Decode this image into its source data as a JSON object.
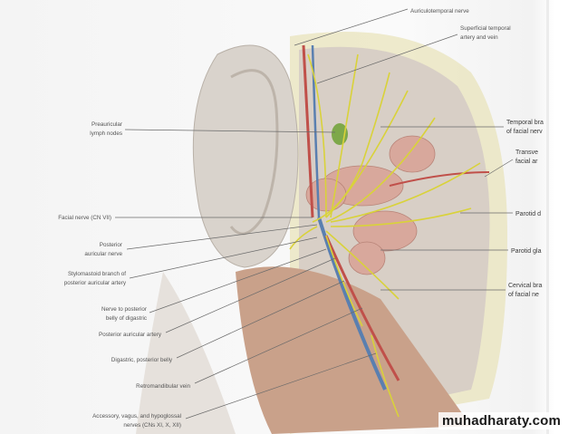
{
  "labels": {
    "auriculotemporal": "Auriculotemporal nerve",
    "sup_temporal_1": "Superficial temporal",
    "sup_temporal_2": "artery and vein",
    "preauricular_1": "Preauricular",
    "preauricular_2": "lymph nodes",
    "temporal_br_1": "Temporal bra",
    "temporal_br_2": "of facial nerv",
    "transverse_1": "Transve",
    "transverse_2": "facial ar",
    "facial_nerve": "Facial nerve (CN VII)",
    "parotid_duct": "Parotid d",
    "post_auricular_nerve_1": "Posterior",
    "post_auricular_nerve_2": "auricular nerve",
    "parotid_gland": "Parotid gla",
    "stylomastoid_1": "Stylomastoid branch of",
    "stylomastoid_2": "posterior auricular artery",
    "cervical_br_1": "Cervical bra",
    "cervical_br_2": "of facial ne",
    "nerve_digastric_1": "Nerve to posterior",
    "nerve_digastric_2": "belly of digastric",
    "post_auricular_artery": "Posterior auricular artery",
    "digastric": "Digastric, posterior belly",
    "retromandibular": "Retromandibular vein",
    "accessory_1": "Accessory, vagus, and hypoglossal",
    "accessory_2": "nerves (CNs XI, X, XII)"
  },
  "watermark": "muhadharaty.com",
  "colors": {
    "nerve": "#d9d23a",
    "artery": "#c0504a",
    "vein": "#5a7fb0",
    "gland": "#d8a89c",
    "skin": "#d9d3cc",
    "muscle": "#c4a08a",
    "lymph": "#7ea84a"
  }
}
